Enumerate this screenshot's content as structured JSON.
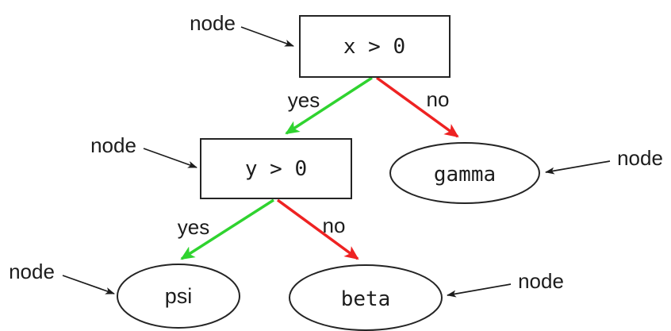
{
  "diagram": {
    "type": "decision-tree",
    "colors": {
      "bg": "#ffffff",
      "text": "#1c1c1c",
      "shape_stroke": "#242424",
      "edge_yes": "#2fd32f",
      "edge_no": "#ee2222"
    },
    "nodes": {
      "root": {
        "label": "x > 0",
        "shape": "rect"
      },
      "y": {
        "label": "y > 0",
        "shape": "rect"
      },
      "gamma": {
        "label": "gamma",
        "shape": "ellipse"
      },
      "psi": {
        "label": "psi",
        "shape": "ellipse"
      },
      "beta": {
        "label": "beta",
        "shape": "ellipse"
      }
    },
    "edges": {
      "root_yes": {
        "from": "x > 0",
        "to": "y > 0",
        "label": "yes",
        "color_key": "edge_yes"
      },
      "root_no": {
        "from": "x > 0",
        "to": "gamma",
        "label": "no",
        "color_key": "edge_no"
      },
      "y_yes": {
        "from": "y > 0",
        "to": "psi",
        "label": "yes",
        "color_key": "edge_yes"
      },
      "y_no": {
        "from": "y > 0",
        "to": "beta",
        "label": "no",
        "color_key": "edge_no"
      }
    },
    "annotation": {
      "label": "node",
      "count": 5
    }
  }
}
